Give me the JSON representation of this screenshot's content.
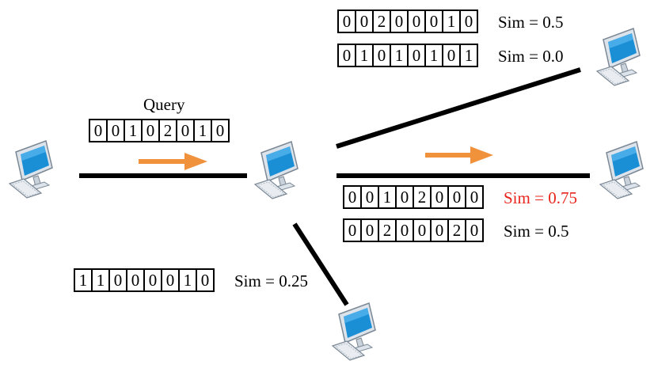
{
  "query_label": "Query",
  "query_vector": [
    "0",
    "0",
    "1",
    "0",
    "2",
    "0",
    "1",
    "0"
  ],
  "vectors": [
    {
      "id": "top-1",
      "cells": [
        "0",
        "0",
        "2",
        "0",
        "0",
        "0",
        "1",
        "0"
      ],
      "sim": "Sim = 0.5",
      "highlight": false
    },
    {
      "id": "top-2",
      "cells": [
        "0",
        "1",
        "0",
        "1",
        "0",
        "1",
        "0",
        "1"
      ],
      "sim": "Sim = 0.0",
      "highlight": false
    },
    {
      "id": "right-1",
      "cells": [
        "0",
        "0",
        "1",
        "0",
        "2",
        "0",
        "0",
        "0"
      ],
      "sim": "Sim = 0.75",
      "highlight": true
    },
    {
      "id": "right-2",
      "cells": [
        "0",
        "0",
        "2",
        "0",
        "0",
        "0",
        "2",
        "0"
      ],
      "sim": "Sim = 0.5",
      "highlight": false
    },
    {
      "id": "bottom-1",
      "cells": [
        "1",
        "1",
        "0",
        "0",
        "0",
        "0",
        "1",
        "0"
      ],
      "sim": "Sim = 0.25",
      "highlight": false
    }
  ],
  "colors": {
    "arrow": "#f0913c",
    "highlight": "#e8241c",
    "screen": "#1a8fd6",
    "line": "#000000"
  },
  "icons": [
    "computer-icon"
  ]
}
